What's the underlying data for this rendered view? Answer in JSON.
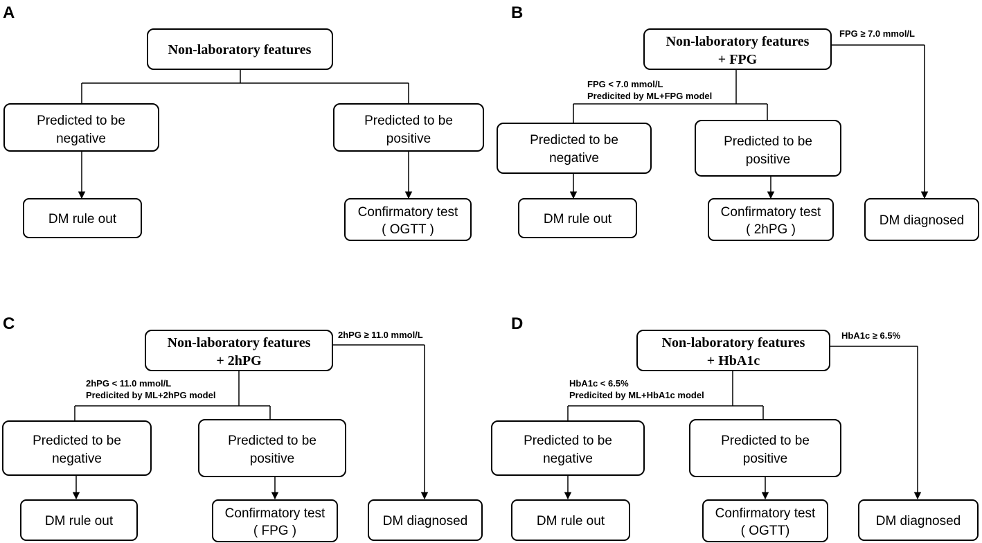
{
  "panels": {
    "a": {
      "label": "A",
      "root": [
        "Non-laboratory features"
      ],
      "negative": [
        "Predicted to be",
        "negative"
      ],
      "positive": [
        "Predicted to be",
        "positive"
      ],
      "rule_out": "DM rule out",
      "confirm": [
        "Confirmatory test",
        "( OGTT )"
      ]
    },
    "b": {
      "label": "B",
      "root": [
        "Non-laboratory features",
        "+ FPG"
      ],
      "cond_high": "FPG ≥ 7.0 mmol/L",
      "cond_low": [
        "FPG < 7.0 mmol/L",
        "Predicited by ML+FPG model"
      ],
      "negative": [
        "Predicted to be",
        "negative"
      ],
      "positive": [
        "Predicted to be",
        "positive"
      ],
      "rule_out": "DM rule out",
      "confirm": [
        "Confirmatory test",
        "( 2hPG )"
      ],
      "diagnosed": "DM diagnosed"
    },
    "c": {
      "label": "C",
      "root": [
        "Non-laboratory features",
        "+ 2hPG"
      ],
      "cond_high": "2hPG ≥ 11.0 mmol/L",
      "cond_low": [
        "2hPG < 11.0 mmol/L",
        "Predicited by ML+2hPG model"
      ],
      "negative": [
        "Predicted to be",
        "negative"
      ],
      "positive": [
        "Predicted to be",
        "positive"
      ],
      "rule_out": "DM rule out",
      "confirm": [
        "Confirmatory test",
        "( FPG )"
      ],
      "diagnosed": "DM diagnosed"
    },
    "d": {
      "label": "D",
      "root": [
        "Non-laboratory features",
        "+ HbA1c"
      ],
      "cond_high": "HbA1c ≥ 6.5%",
      "cond_low": [
        "HbA1c < 6.5%",
        "Predicited by ML+HbA1c model"
      ],
      "negative": [
        "Predicted to be",
        "negative"
      ],
      "positive": [
        "Predicted to be",
        "positive"
      ],
      "rule_out": "DM rule out",
      "confirm": [
        "Confirmatory test",
        "( OGTT)"
      ],
      "diagnosed": "DM diagnosed"
    }
  }
}
